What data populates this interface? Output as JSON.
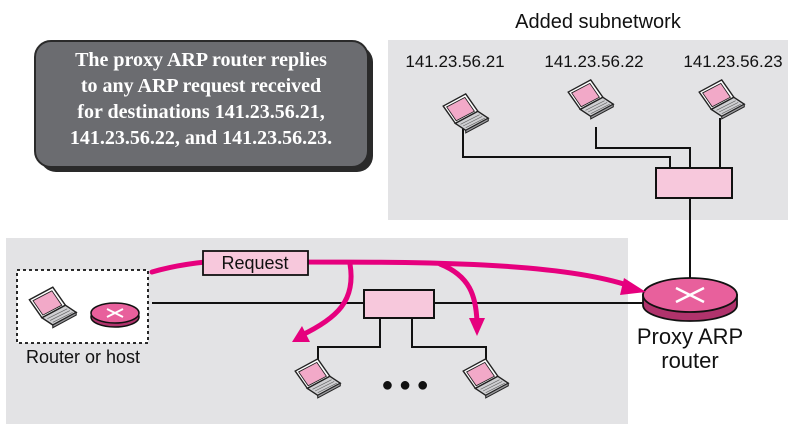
{
  "callout": {
    "lines": [
      "The proxy ARP router replies",
      "to any ARP request received",
      "for destinations 141.23.56.21,",
      "141.23.56.22, and 141.23.56.23."
    ]
  },
  "subnet": {
    "title": "Added subnetwork",
    "hosts": [
      "141.23.56.21",
      "141.23.56.22",
      "141.23.56.23"
    ]
  },
  "request_label": "Request",
  "origin_label": "Router or host",
  "proxy_label": [
    "Proxy ARP",
    "router"
  ],
  "ellipsis": "● ● ●",
  "colors": {
    "arrow": "#e6007e",
    "panel": "#e3e3e5",
    "callout_bg": "#6b6c70",
    "switch_fill": "#f7c8dc",
    "router_fill": "#e8609c",
    "laptop_screen": "#f2a9c8"
  }
}
